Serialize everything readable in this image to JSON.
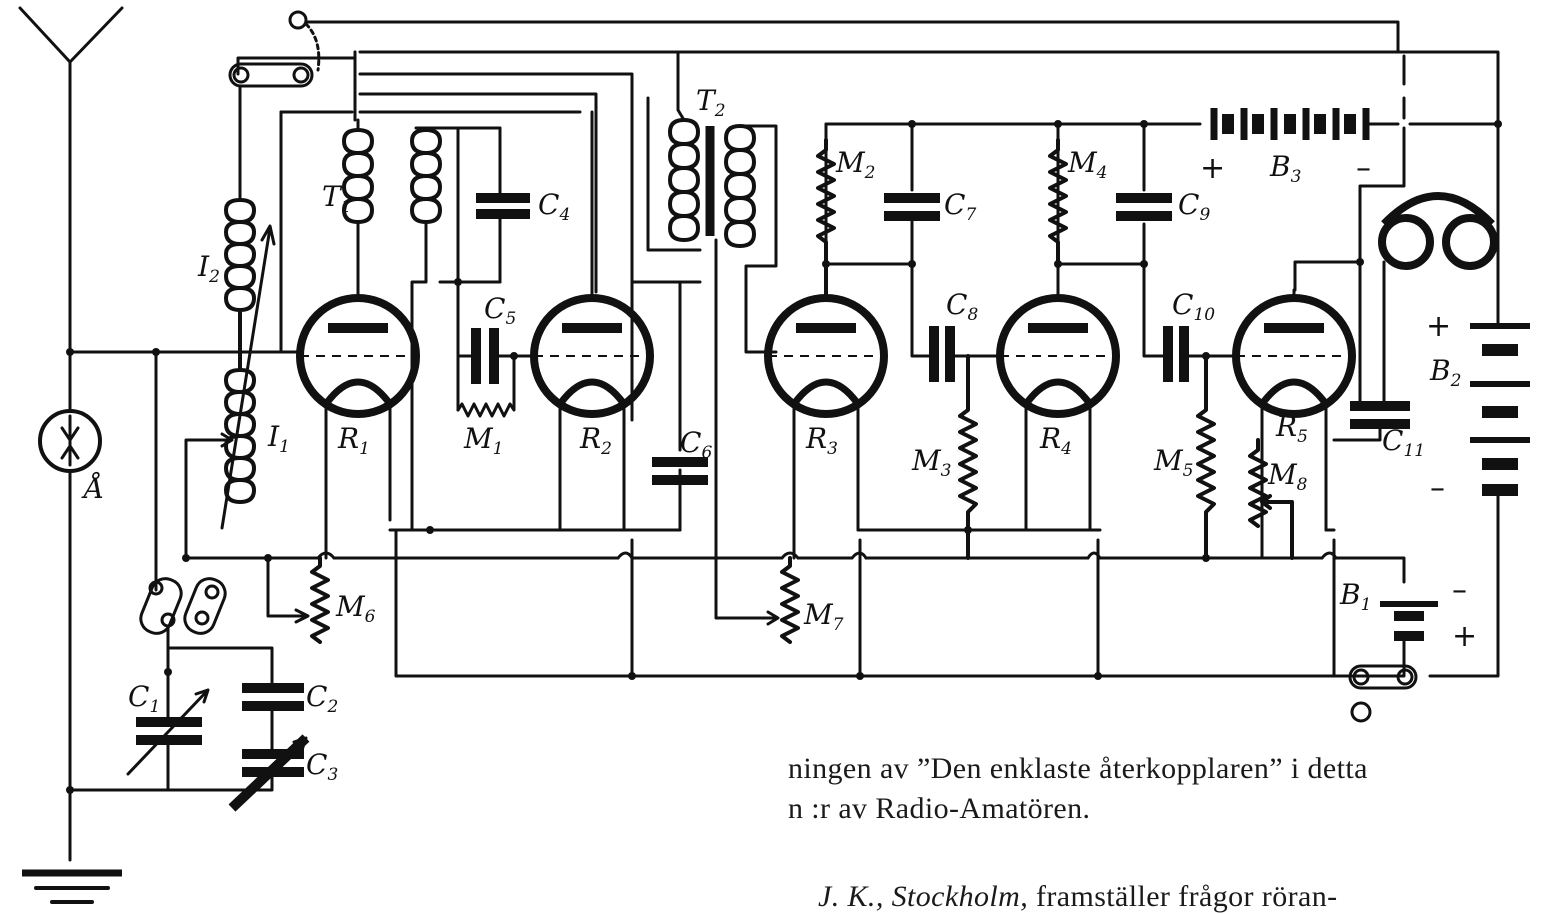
{
  "labels": {
    "T1": {
      "main": "T",
      "sub": "1"
    },
    "T2": {
      "main": "T",
      "sub": "2"
    },
    "L1": {
      "main": "I",
      "sub": "1"
    },
    "L2": {
      "main": "I",
      "sub": "2"
    },
    "R1": {
      "main": "R",
      "sub": "1"
    },
    "R2": {
      "main": "R",
      "sub": "2"
    },
    "R3": {
      "main": "R",
      "sub": "3"
    },
    "R4": {
      "main": "R",
      "sub": "4"
    },
    "R5": {
      "main": "R",
      "sub": "5"
    },
    "C1": {
      "main": "C",
      "sub": "1"
    },
    "C2": {
      "main": "C",
      "sub": "2"
    },
    "C3": {
      "main": "C",
      "sub": "3"
    },
    "C4": {
      "main": "C",
      "sub": "4"
    },
    "C5": {
      "main": "C",
      "sub": "5"
    },
    "C6": {
      "main": "C",
      "sub": "6"
    },
    "C7": {
      "main": "C",
      "sub": "7"
    },
    "C8": {
      "main": "C",
      "sub": "8"
    },
    "C9": {
      "main": "C",
      "sub": "9"
    },
    "C10": {
      "main": "C",
      "sub": "10"
    },
    "C11": {
      "main": "C",
      "sub": "11"
    },
    "M1": {
      "main": "M",
      "sub": "1"
    },
    "M2": {
      "main": "M",
      "sub": "2"
    },
    "M3": {
      "main": "M",
      "sub": "3"
    },
    "M4": {
      "main": "M",
      "sub": "4"
    },
    "M5": {
      "main": "M",
      "sub": "5"
    },
    "M6": {
      "main": "M",
      "sub": "6"
    },
    "M7": {
      "main": "M",
      "sub": "7"
    },
    "M8": {
      "main": "M",
      "sub": "8"
    },
    "B1": {
      "main": "B",
      "sub": "1"
    },
    "B2": {
      "main": "B",
      "sub": "2"
    },
    "B3": {
      "main": "B",
      "sub": "3"
    },
    "A": {
      "main": "Å"
    }
  },
  "signs": {
    "plus": "+",
    "minus": "–"
  },
  "text": {
    "line1": "ningen av ”Den enklaste återkopplaren” i detta",
    "line2": "n :r av Radio-Amatören.",
    "line3_name": "J. K., Stockholm,",
    "line3_rest": " framställer frågor röran-"
  }
}
